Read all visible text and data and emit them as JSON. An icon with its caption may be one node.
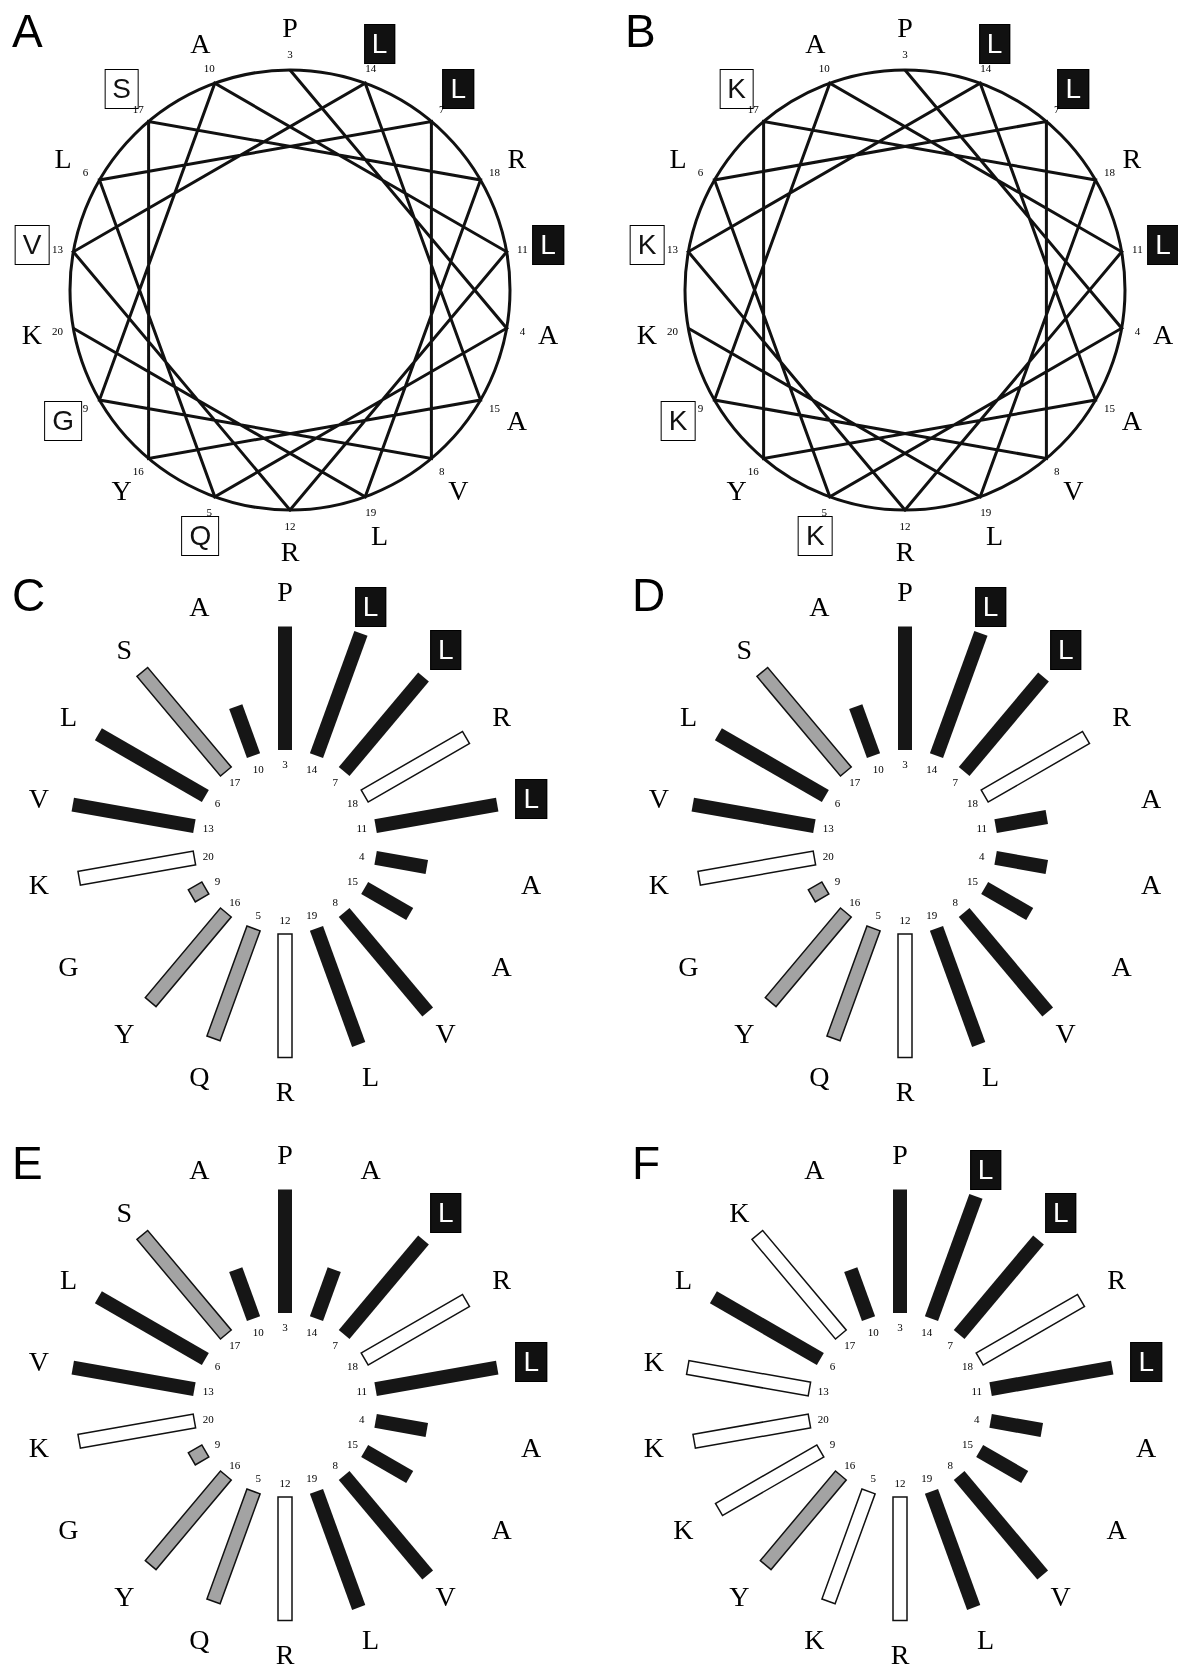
{
  "diagram": {
    "nodes": [
      {
        "text": [
          "L"
        ]
      },
      {
        "text": [
          "L"
        ]
      },
      {
        "text": [
          "L"
        ]
      },
      {
        "text": [
          "Q"
        ]
      },
      {
        "text": [
          "G"
        ]
      },
      {
        "text": [
          "V"
        ]
      },
      {
        "text": [
          "S"
        ]
      },
      {
        "text": [
          "L"
        ]
      },
      {
        "text": [
          "L"
        ]
      },
      {
        "text": [
          "L"
        ]
      },
      {
        "text": [
          "K"
        ]
      },
      {
        "text": [
          "K"
        ]
      },
      {
        "text": [
          "K"
        ]
      },
      {
        "text": [
          "K"
        ]
      },
      {
        "text": [
          "L"
        ]
      },
      {
        "text": [
          "L"
        ]
      },
      {
        "text": [
          "L"
        ]
      },
      {
        "text": [
          "L"
        ]
      },
      {
        "text": [
          "L"
        ]
      },
      {
        "text": [
          "L"
        ]
      },
      {
        "text": [
          "L"
        ]
      },
      {
        "text": [
          "L"
        ]
      },
      {
        "text": [
          "L"
        ]
      },
      {
        "text": [
          "L"
        ]
      }
    ],
    "labels": [
      "A",
      "P",
      "3",
      "14",
      "7",
      "R",
      "18",
      "11",
      "A",
      "4",
      "A",
      "15",
      "V",
      "8",
      "L",
      "19",
      "R",
      "12",
      "5",
      "Y",
      "16",
      "9",
      "K",
      "20",
      "13",
      "L",
      "6",
      "17",
      "A",
      "10",
      "B",
      "P",
      "3",
      "14",
      "7",
      "R",
      "18",
      "11",
      "A",
      "4",
      "A",
      "15",
      "V",
      "8",
      "L",
      "19",
      "R",
      "12",
      "5",
      "Y",
      "16",
      "9",
      "K",
      "20",
      "13",
      "L",
      "6",
      "17",
      "A",
      "10",
      "C",
      "P",
      "3",
      "14",
      "7",
      "R",
      "18",
      "11",
      "A",
      "4",
      "A",
      "15",
      "V",
      "8",
      "L",
      "19",
      "R",
      "12",
      "Q",
      "5",
      "Y",
      "16",
      "G",
      "9",
      "K",
      "20",
      "V",
      "13",
      "L",
      "6",
      "S",
      "17",
      "A",
      "10",
      "D",
      "P",
      "3",
      "14",
      "7",
      "R",
      "18",
      "A",
      "11",
      "A",
      "4",
      "A",
      "15",
      "V",
      "8",
      "L",
      "19",
      "R",
      "12",
      "Q",
      "5",
      "Y",
      "16",
      "G",
      "9",
      "K",
      "20",
      "V",
      "13",
      "L",
      "6",
      "S",
      "17",
      "A",
      "10",
      "E",
      "P",
      "3",
      "A",
      "14",
      "7",
      "R",
      "18",
      "11",
      "A",
      "4",
      "A",
      "15",
      "V",
      "8",
      "L",
      "19",
      "R",
      "12",
      "Q",
      "5",
      "Y",
      "16",
      "G",
      "9",
      "K",
      "20",
      "V",
      "13",
      "L",
      "6",
      "S",
      "17",
      "A",
      "10",
      "F",
      "P",
      "3",
      "14",
      "7",
      "R",
      "18",
      "11",
      "A",
      "4",
      "A",
      "15",
      "V",
      "8",
      "L",
      "19",
      "R",
      "12",
      "K",
      "5",
      "Y",
      "16",
      "K",
      "9",
      "K",
      "20",
      "K",
      "13",
      "L",
      "6",
      "K",
      "17",
      "A",
      "10"
    ]
  }
}
